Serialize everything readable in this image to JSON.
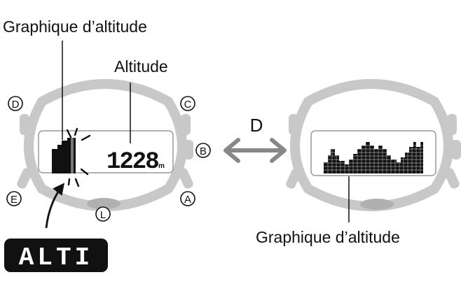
{
  "labels": {
    "graph_top": "Graphique d’altitude",
    "altitude": "Altitude",
    "graph_bottom": "Graphique d’altitude",
    "switch_button": "D"
  },
  "watch_left": {
    "buttons": {
      "top_left": "D",
      "top_right": "C",
      "right": "B",
      "bottom_left": "E",
      "bottom_right": "A",
      "bottom_center": "L"
    },
    "altitude_value": "1228",
    "altitude_unit": "m"
  },
  "watch_right": {},
  "mode_display": "ALTI",
  "colors": {
    "bezel": "#c8c8c8",
    "ink": "#111111",
    "arrow": "#888888",
    "light_button": "#b0b0b0"
  }
}
